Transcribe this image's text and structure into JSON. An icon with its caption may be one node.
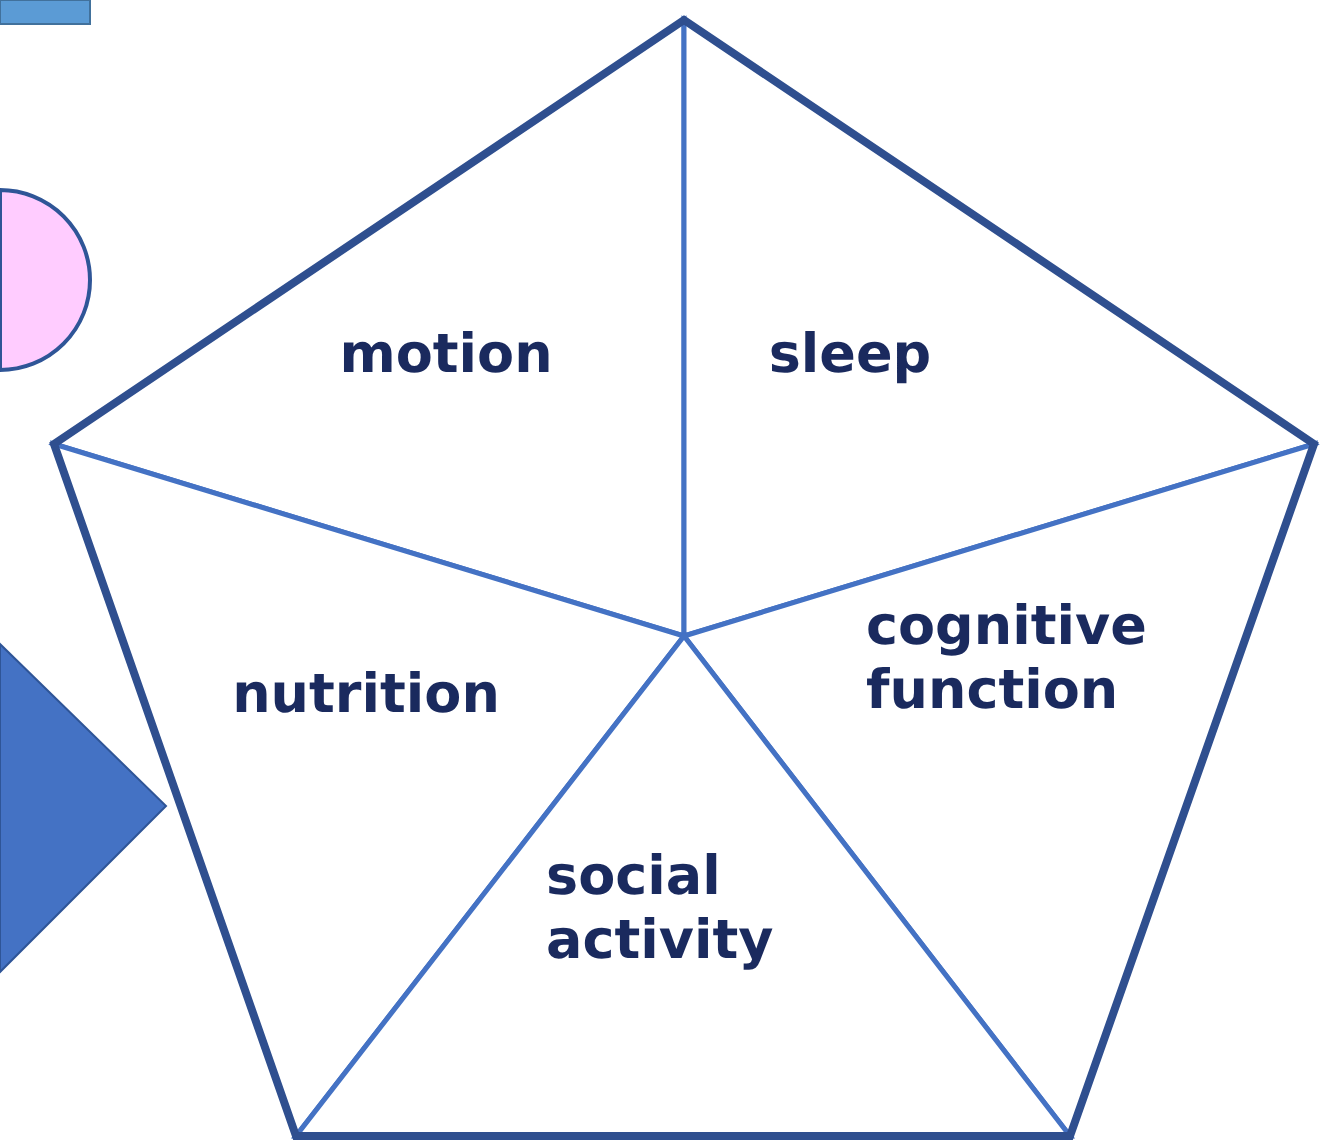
{
  "diagram": {
    "nodes": [
      {
        "text": [
          "motion"
        ]
      },
      {
        "text": [
          "sleep"
        ]
      },
      {
        "text": [
          "nutrition"
        ]
      },
      {
        "text": [
          "cognitive function"
        ]
      },
      {
        "text": [
          "social activity"
        ]
      },
      {
        "text": [],
        "shape": "box"
      },
      {
        "text": [],
        "shape": "ellipse"
      },
      {
        "text": [],
        "shape": "diamond"
      }
    ]
  }
}
